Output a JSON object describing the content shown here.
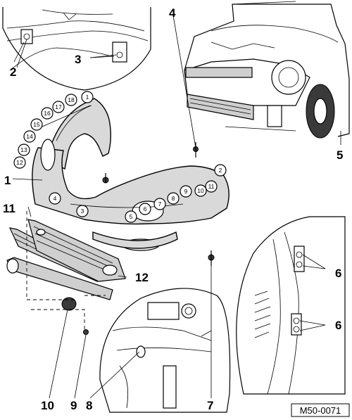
{
  "figure_ref": "M50-0071",
  "callouts": {
    "c1": "1",
    "c2": "2",
    "c3": "3",
    "c4": "4",
    "c5": "5",
    "c6a": "6",
    "c6b": "6",
    "c7": "7",
    "c8": "8",
    "c9": "9",
    "c10": "10",
    "c11": "11",
    "c12": "12"
  },
  "fastener_circles": [
    "1",
    "18",
    "17",
    "16",
    "15",
    "14",
    "13",
    "12",
    "2",
    "11",
    "10",
    "9",
    "8",
    "7",
    "6",
    "5",
    "4",
    "3"
  ]
}
